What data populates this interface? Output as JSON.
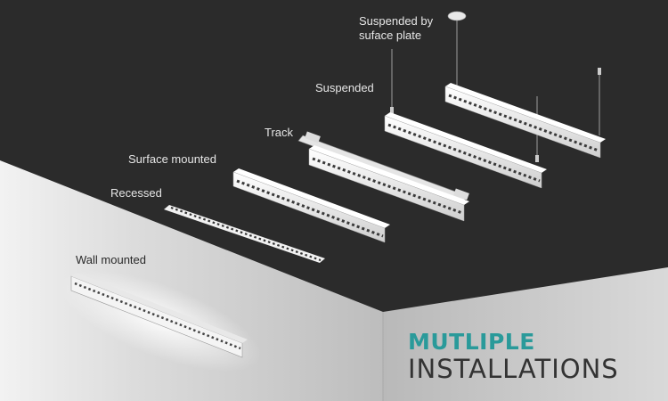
{
  "labels": {
    "suspended_plate_line1": "Suspended by",
    "suspended_plate_line2": "suface plate",
    "suspended": "Suspended",
    "track": "Track",
    "surface_mounted": "Surface mounted",
    "recessed": "Recessed",
    "wall_mounted": "Wall mounted"
  },
  "headline": {
    "line1": "MUTLIPLE",
    "line2": "INSTALLATIONS"
  },
  "colors": {
    "ceiling": "#2b2b2b",
    "wall_left": "#d7d7d7",
    "wall_right": "#c9c9c9",
    "accent": "#2a9a9a",
    "text_light": "#e6e6e6",
    "text_dark": "#333333"
  }
}
